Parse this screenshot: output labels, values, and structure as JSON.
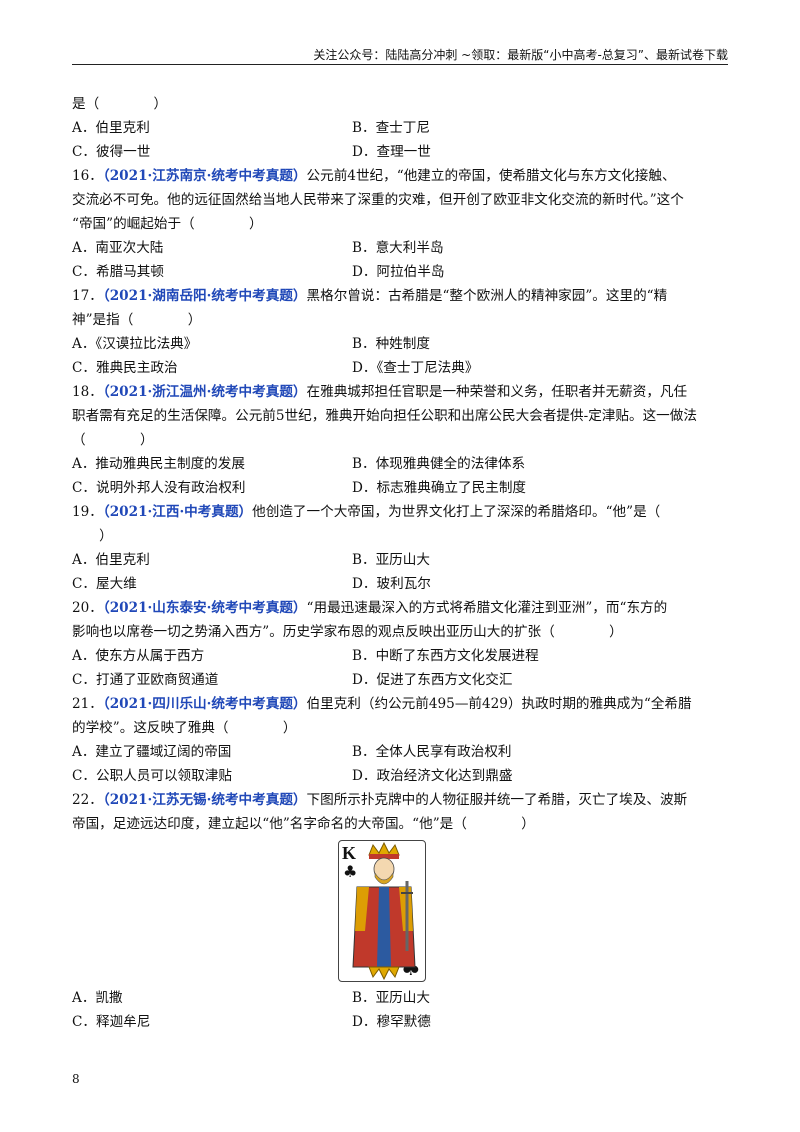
{
  "header": {
    "text": "关注公众号：陆陆高分冲刺 ~领取：最新版“小中高考-总复习”、最新试卷下载"
  },
  "top": {
    "stem": "是（　　　　）",
    "options": [
      "A．伯里克利",
      "B．查士丁尼",
      "C．彼得一世",
      "D．查理一世"
    ]
  },
  "questions": [
    {
      "num": "16．",
      "source": "（2021·江苏南京·统考中考真题）",
      "lines": [
        "公元前4世纪，“他建立的帝国，使希腊文化与东方文化接触、",
        "交流必不可免。他的远征固然给当地人民带来了深重的灾难，但开创了欧亚非文化交流的新时代。”这个",
        "“帝国”的崛起始于（　　　　）"
      ],
      "options": [
        "A．南亚次大陆",
        "B．意大利半岛",
        "C．希腊马其顿",
        "D．阿拉伯半岛"
      ]
    },
    {
      "num": "17．",
      "source": "（2021·湖南岳阳·统考中考真题）",
      "lines": [
        "黑格尔曾说：古希腊是“整个欧洲人的精神家园”。这里的“精",
        "神”是指（　　　　）"
      ],
      "options": [
        "A．《汉谟拉比法典》",
        "B．种姓制度",
        "C．雅典民主政治",
        "D．《查士丁尼法典》"
      ]
    },
    {
      "num": "18．",
      "source": "（2021·浙江温州·统考中考真题）",
      "lines": [
        "在雅典城邦担任官职是一种荣誉和义务，任职者并无薪资，凡任",
        "职者需有充足的生活保障。公元前5世纪，雅典开始向担任公职和出席公民大会者提供-定津贴。这一做法",
        "（　　　　）"
      ],
      "options": [
        "A．推动雅典民主制度的发展",
        "B．体现雅典健全的法律体系",
        "C．说明外邦人没有政治权利",
        "D．标志雅典确立了民主制度"
      ]
    },
    {
      "num": "19．",
      "source": "（2021·江西·中考真题）",
      "lines": [
        "他创造了一个大帝国，为世界文化打上了深深的希腊烙印。“他”是（",
        "　　）"
      ],
      "options": [
        "A．伯里克利",
        "B．亚历山大",
        "C．屋大维",
        "D．玻利瓦尔"
      ]
    },
    {
      "num": "20．",
      "source": "（2021·山东泰安·统考中考真题）",
      "lines": [
        "“用最迅速最深入的方式将希腊文化灌注到亚洲”，而“东方的",
        "影响也以席卷一切之势涌入西方”。历史学家布恩的观点反映出亚历山大的扩张（　　　　）"
      ],
      "options": [
        "A．使东方从属于西方",
        "B．中断了东西方文化发展进程",
        "C．打通了亚欧商贸通道",
        "D．促进了东西方文化交汇"
      ]
    },
    {
      "num": "21．",
      "source": "（2021·四川乐山·统考中考真题）",
      "lines": [
        "伯里克利（约公元前495—前429）执政时期的雅典成为“全希腊",
        "的学校”。这反映了雅典（　　　　）"
      ],
      "options": [
        "A．建立了疆域辽阔的帝国",
        "B．全体人民享有政治权利",
        "C．公职人员可以领取津贴",
        "D．政治经济文化达到鼎盛"
      ]
    },
    {
      "num": "22．",
      "source": "（2021·江苏无锡·统考中考真题）",
      "lines": [
        "下图所示扑克牌中的人物征服并统一了希腊，灭亡了埃及、波斯",
        "帝国，足迹远达印度，建立起以“他”名字命名的大帝国。“他”是（　　　　）"
      ],
      "options": [
        "A．凯撒",
        "B．亚历山大",
        "C．释迦牟尼",
        "D．穆罕默德"
      ]
    }
  ],
  "card": {
    "rank": "K",
    "suit": "♣",
    "suit_color": "#111111",
    "robe_color": "#c0392b",
    "crown_color": "#e0a800",
    "trim_color": "#2c5aa0"
  },
  "page_number": "8"
}
